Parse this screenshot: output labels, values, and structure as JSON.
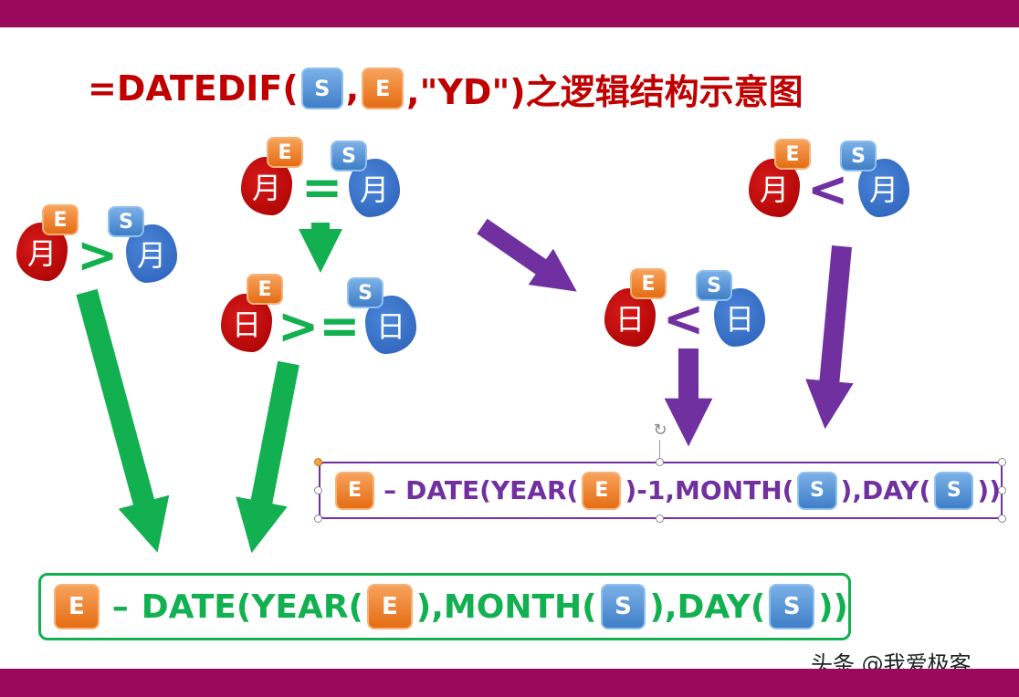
{
  "title": {
    "prefix": "=DATEDIF(",
    "s": "S",
    "sep1": ",",
    "e": "E",
    "suffix": ",\"YD\")之逻辑结构示意图"
  },
  "nodes": {
    "month_gt": {
      "left": "月",
      "op": ">",
      "right": "月",
      "e": "E",
      "s": "S"
    },
    "month_eq": {
      "left": "月",
      "op": "=",
      "right": "月",
      "e": "E",
      "s": "S"
    },
    "day_gte": {
      "left": "日",
      "op": ">=",
      "right": "日",
      "e": "E",
      "s": "S"
    },
    "month_lt": {
      "left": "月",
      "op": "<",
      "right": "月",
      "e": "E",
      "s": "S"
    },
    "day_lt": {
      "left": "日",
      "op": "<",
      "right": "日",
      "e": "E",
      "s": "S"
    }
  },
  "formula_purple": {
    "e1": "E",
    "minus": "–",
    "t1": "DATE(YEAR(",
    "e2": "E",
    "t2": ")-1,MONTH(",
    "s1": "S",
    "t3": "),DAY(",
    "s2": "S",
    "t4": "))"
  },
  "formula_green": {
    "e1": "E",
    "minus": "–",
    "t1": "DATE(YEAR(",
    "e2": "E",
    "t2": "),MONTH(",
    "s1": "S",
    "t3": "),DAY(",
    "s2": "S",
    "t4": "))"
  },
  "watermark": "头条 @我爱极客",
  "colors": {
    "brand_bar": "#9b0a5a",
    "title": "#c00000",
    "green": "#12b050",
    "purple": "#7030a0",
    "badge_s": "#4a8ad4",
    "badge_e": "#ee7b22",
    "blob_red": "#c00000",
    "blob_blue": "#2f68c2"
  }
}
